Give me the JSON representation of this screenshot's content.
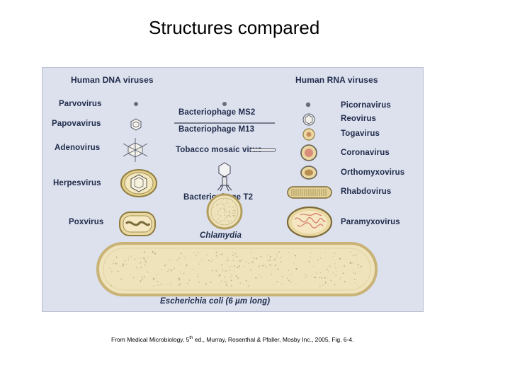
{
  "title": "Structures compared",
  "headers": {
    "dna": "Human DNA viruses",
    "rna": "Human RNA viruses"
  },
  "dna_viruses": [
    "Parvovirus",
    "Papovavirus",
    "Adenovirus",
    "Herpesvirus",
    "Poxvirus"
  ],
  "center_items": [
    "Bacteriophage MS2",
    "Bacteriophage M13",
    "Tobacco mosaic virus",
    "Bacteriophage T2",
    "Chlamydia"
  ],
  "rna_viruses": [
    "Picornavirus",
    "Reovirus",
    "Togavirus",
    "Coronavirus",
    "Orthomyxovirus",
    "Rhabdovirus",
    "Paramyxovirus"
  ],
  "ecoli_label": "Escherichia coli (6 µm long)",
  "caption": {
    "before": "From Medical Microbiology, 5",
    "sup": "th",
    "after": " ed., Murray, Rosenthal & Pfaller, Mosby Inc., 2005, Fig. 6-4."
  },
  "colors": {
    "panel_bg": "#dde1ee",
    "label_text": "#1e2b4a",
    "cell_fill": "#efe3bc",
    "cell_outline": "#c9b376",
    "virus_pink": "#d98c7a"
  }
}
